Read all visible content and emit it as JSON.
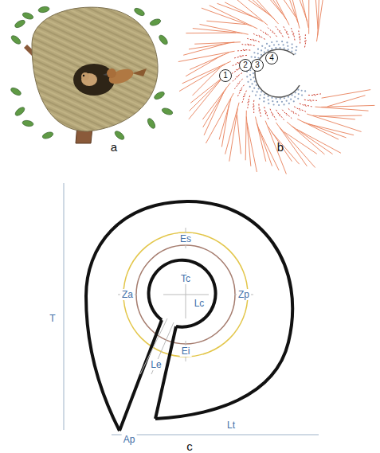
{
  "diagram": {
    "nodes": [
      {
        "text": [
          "1"
        ]
      },
      {
        "text": [
          "2"
        ]
      },
      {
        "text": [
          "3"
        ]
      },
      {
        "text": [
          "4"
        ]
      }
    ],
    "labels": [
      "a",
      "b",
      "Es",
      "Tc",
      "Za",
      "Lc",
      "Zp",
      "Le",
      "Ei",
      "Ap",
      "T",
      "Lt",
      "c"
    ]
  }
}
